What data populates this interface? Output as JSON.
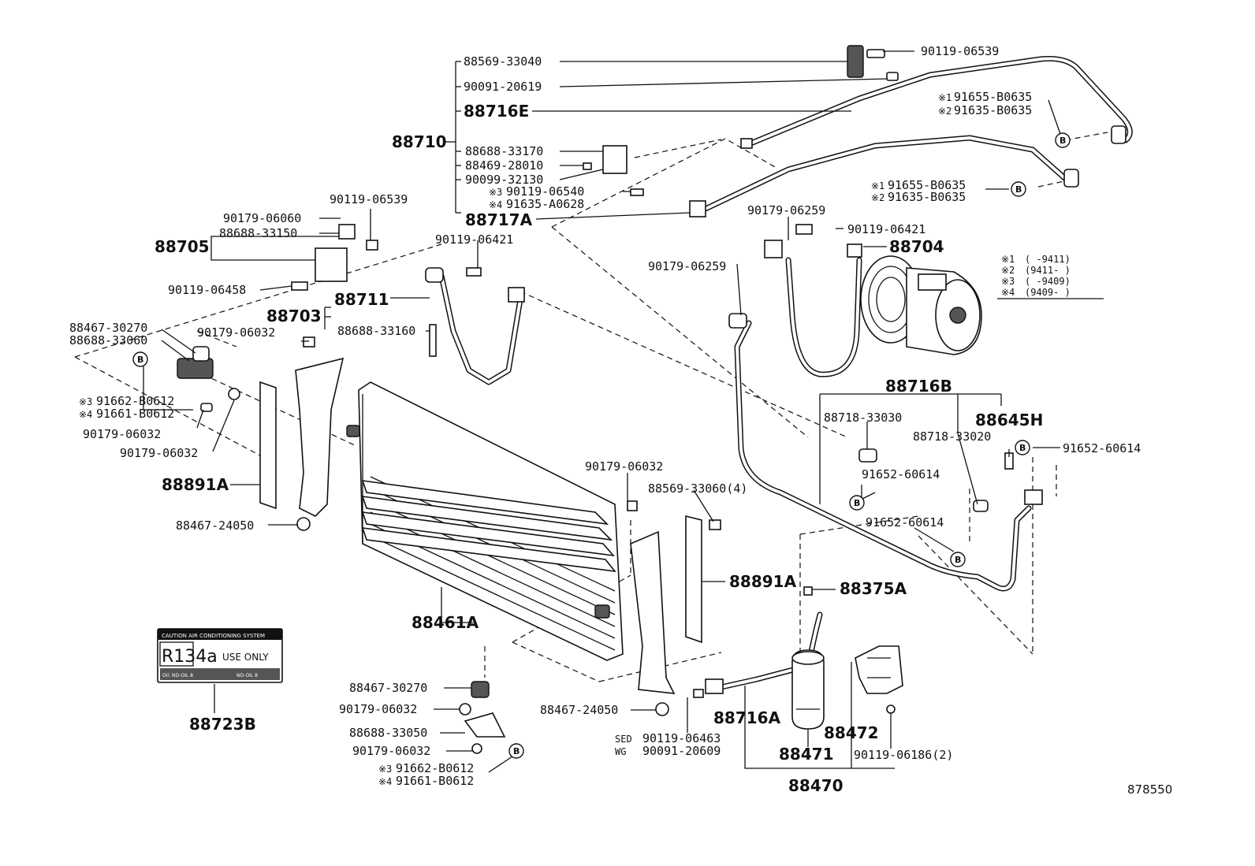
{
  "diagram_id": "878550",
  "callouts": {
    "c88569_33040": "88569-33040",
    "c90119_06539_top": "90119-06539",
    "c90091_20619": "90091-20619",
    "c88716E": "88716E",
    "c91655_B0635_a": "91655-B0635",
    "c91635_B0635_a": "91635-B0635",
    "c88710": "88710",
    "c88688_33170": "88688-33170",
    "c88469_28010": "88469-28010",
    "c90099_32130": "90099-32130",
    "c90119_06540": "90119-06540",
    "c91635_A0628": "91635-A0628",
    "c88717A": "88717A",
    "c91655_B0635_b": "91655-B0635",
    "c91635_B0635_b": "91635-B0635",
    "c90119_06539_left": "90119-06539",
    "c90179_06060": "90179-06060",
    "c88688_33150": "88688-33150",
    "c88705": "88705",
    "c90119_06458": "90119-06458",
    "c90119_06421_mid": "90119-06421",
    "c88711": "88711",
    "c88703": "88703",
    "c88688_33160": "88688-33160",
    "c90179_06259_top": "90179-06259",
    "c90119_06421_right": "90119-06421",
    "c88704": "88704",
    "c90179_06259_mid": "90179-06259",
    "c88467_30270_left": "88467-30270",
    "c88688_33060": "88688-33060",
    "c90179_06032_a": "90179-06032",
    "c91662_B0612_left": "91662-B0612",
    "c91661_B0612_left": "91661-B0612",
    "c90179_06032_b": "90179-06032",
    "c90179_06032_c": "90179-06032",
    "c88891A_left": "88891A",
    "c88467_24050_left": "88467-24050",
    "c88716B": "88716B",
    "c88718_33030": "88718-33030",
    "c88645H": "88645H",
    "c88718_33020": "88718-33020",
    "c91652_60614_right": "91652-60614",
    "c91652_60614_a": "91652-60614",
    "c91652_60614_b": "91652-60614",
    "c90179_06032_d": "90179-06032",
    "c88569_33060": "88569-33060(4)",
    "c88891A_right": "88891A",
    "c88375A": "88375A",
    "c88461A": "88461A",
    "c88467_30270_bottom": "88467-30270",
    "c90179_06032_e": "90179-06032",
    "c88688_33050": "88688-33050",
    "c90179_06032_f": "90179-06032",
    "c91662_B0612_bottom": "91662-B0612",
    "c91661_B0612_bottom": "91661-B0612",
    "c88467_24050_bottom": "88467-24050",
    "c90119_06463": "90119-06463",
    "c90091_20609": "90091-20609",
    "c88716A": "88716A",
    "c88472": "88472",
    "c88471": "88471",
    "c90119_06186": "90119-06186(2)",
    "c88470": "88470",
    "c88723B": "88723B"
  },
  "markers": {
    "m1": "※1",
    "m2": "※2",
    "m3": "※3",
    "m4": "※4",
    "sed": "SED",
    "wg": "WG",
    "b_circle": "B"
  },
  "legend": {
    "r1_mark": "※1",
    "r1_text": "(     -9411)",
    "r2_mark": "※2",
    "r2_text": "(9411-     )",
    "r3_mark": "※3",
    "r3_text": "(     -9409)",
    "r4_mark": "※4",
    "r4_text": "(9409-     )"
  },
  "caution_label": {
    "header": "CAUTION AIR CONDITIONING SYSTEM",
    "refrigerant": "R134a",
    "use_only": "USE ONLY",
    "footer_left": "Oil: ND-OIL 8",
    "footer_right": "ND-OIL 8"
  }
}
